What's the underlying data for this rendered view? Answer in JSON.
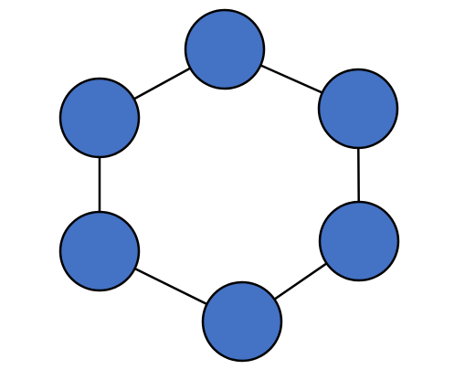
{
  "diagram": {
    "type": "ring-graph",
    "node_count": 6,
    "edge_count": 6,
    "node_fill": "#4472C4",
    "node_stroke": "#000000",
    "edge_color": "#000000",
    "background": "#ffffff",
    "nodes": [
      {
        "id": "n1",
        "label": ""
      },
      {
        "id": "n2",
        "label": ""
      },
      {
        "id": "n3",
        "label": ""
      },
      {
        "id": "n4",
        "label": ""
      },
      {
        "id": "n5",
        "label": ""
      },
      {
        "id": "n6",
        "label": ""
      }
    ],
    "edges": [
      {
        "from": "n1",
        "to": "n2"
      },
      {
        "from": "n2",
        "to": "n3"
      },
      {
        "from": "n3",
        "to": "n4"
      },
      {
        "from": "n4",
        "to": "n5"
      },
      {
        "from": "n5",
        "to": "n6"
      },
      {
        "from": "n6",
        "to": "n1"
      }
    ]
  }
}
